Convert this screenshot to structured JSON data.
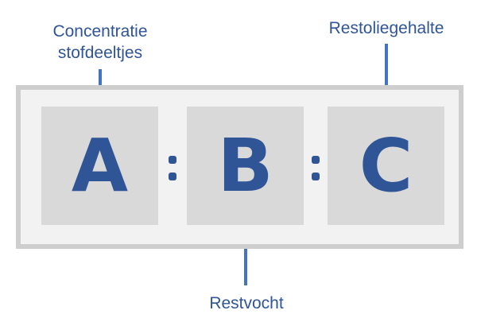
{
  "labels": {
    "top_left": [
      "Concentratie",
      "stofdeeltjes"
    ],
    "top_right": "Restoliegehalte",
    "bottom": "Restvocht"
  },
  "code": {
    "parts": [
      "A",
      "B",
      "C"
    ],
    "separator": ":"
  },
  "colors": {
    "text": "#2F5597",
    "line": "#4472C4",
    "frame_border": "#CFCECE",
    "frame_bg": "#F2F2F2",
    "box_bg": "#D9D9D9"
  }
}
